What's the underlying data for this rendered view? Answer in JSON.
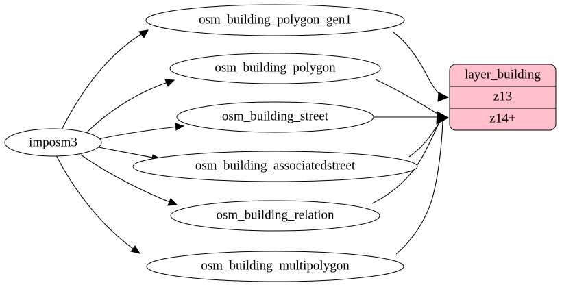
{
  "diagram": {
    "type": "directed-graph",
    "title": "",
    "background_color": "#ffffff",
    "node_fill_color": "#ffffff",
    "node_stroke_color": "#000000",
    "edge_color": "#000000",
    "record_fill_color": "#ffc0cb",
    "source": {
      "id": "imposm3",
      "label": "imposm3",
      "shape": "ellipse"
    },
    "tables": [
      {
        "id": "osm_building_polygon_gen1",
        "label": "osm_building_polygon_gen1",
        "shape": "ellipse",
        "target_row": "z13"
      },
      {
        "id": "osm_building_polygon",
        "label": "osm_building_polygon",
        "shape": "ellipse",
        "target_row": "z14+"
      },
      {
        "id": "osm_building_street",
        "label": "osm_building_street",
        "shape": "ellipse",
        "target_row": "z14+"
      },
      {
        "id": "osm_building_associatedstreet",
        "label": "osm_building_associatedstreet",
        "shape": "ellipse",
        "target_row": "z14+"
      },
      {
        "id": "osm_building_relation",
        "label": "osm_building_relation",
        "shape": "ellipse",
        "target_row": "z14+"
      },
      {
        "id": "osm_building_multipolygon",
        "label": "osm_building_multipolygon",
        "shape": "ellipse",
        "target_row": "z14+"
      }
    ],
    "layer": {
      "id": "layer_building",
      "shape": "record",
      "fill": "#ffc0cb",
      "rows": [
        {
          "id": "layer_building_title",
          "label": "layer_building"
        },
        {
          "id": "layer_building_z13",
          "label": "z13"
        },
        {
          "id": "layer_building_z14plus",
          "label": "z14+"
        }
      ]
    },
    "edges": [
      {
        "from": "imposm3",
        "to": "osm_building_polygon_gen1"
      },
      {
        "from": "imposm3",
        "to": "osm_building_polygon"
      },
      {
        "from": "imposm3",
        "to": "osm_building_street"
      },
      {
        "from": "imposm3",
        "to": "osm_building_associatedstreet"
      },
      {
        "from": "imposm3",
        "to": "osm_building_relation"
      },
      {
        "from": "imposm3",
        "to": "osm_building_multipolygon"
      },
      {
        "from": "osm_building_polygon_gen1",
        "to": "layer_building_z13"
      },
      {
        "from": "osm_building_polygon",
        "to": "layer_building_z14plus"
      },
      {
        "from": "osm_building_street",
        "to": "layer_building_z14plus"
      },
      {
        "from": "osm_building_associatedstreet",
        "to": "layer_building_z14plus"
      },
      {
        "from": "osm_building_relation",
        "to": "layer_building_z14plus"
      },
      {
        "from": "osm_building_multipolygon",
        "to": "layer_building_z14plus"
      }
    ]
  }
}
